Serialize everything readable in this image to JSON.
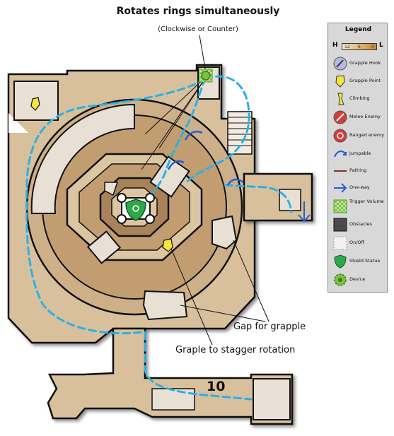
{
  "annotations": {
    "title": "Rotates rings simultaneously",
    "subtitle": "(Clockwise or Counter)",
    "gap": "Gap for grapple",
    "graple": "Graple to stagger rotation",
    "room_number": "10"
  },
  "legend": {
    "title": "Legend",
    "height_scale": {
      "high_label": "H",
      "low_label": "L",
      "marks": [
        "12",
        "6",
        "0"
      ]
    },
    "items": [
      {
        "label": "Grapple Hook",
        "icon": "grapple-hook-icon"
      },
      {
        "label": "Grapple Point",
        "icon": "grapple-point-icon"
      },
      {
        "label": "Climbing",
        "icon": "climbing-icon"
      },
      {
        "label": "Melee Enemy",
        "icon": "melee-enemy-icon"
      },
      {
        "label": "Ranged enemy",
        "icon": "ranged-enemy-icon"
      },
      {
        "label": "Jumpable",
        "icon": "jumpable-icon"
      },
      {
        "label": "Pathing",
        "icon": "pathing-icon"
      },
      {
        "label": "One-way",
        "icon": "one-way-icon"
      },
      {
        "label": "Trigger Volume",
        "icon": "trigger-volume-icon"
      },
      {
        "label": "Obstacles",
        "icon": "obstacles-icon"
      },
      {
        "label": "On/Off",
        "icon": "on-off-icon"
      },
      {
        "label": "Shield Statue",
        "icon": "shield-statue-icon"
      },
      {
        "label": "Device",
        "icon": "device-icon"
      }
    ]
  },
  "colors": {
    "floor_light": "#d9c09c",
    "floor_mid": "#c7a57c",
    "floor_dark": "#b08a5c",
    "outline": "#111111",
    "path_blue": "#2bb0e6",
    "jump_blue": "#1f5fd6",
    "platform": "#e8e0d4",
    "device_green": "#7cc242",
    "grapple_yellow": "#f4e63c"
  }
}
